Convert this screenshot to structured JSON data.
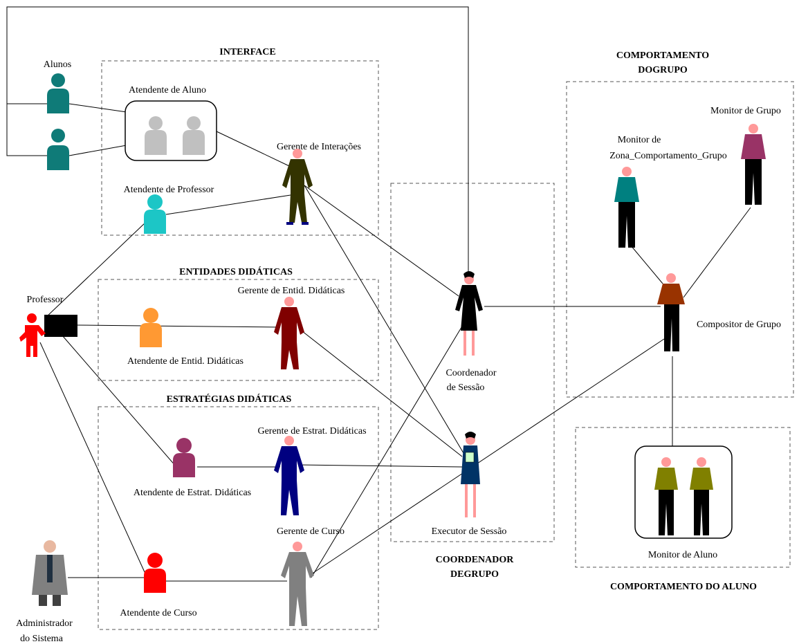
{
  "titles": {
    "interface": "INTERFACE",
    "entidades": "ENTIDADES DIDÁTICAS",
    "estrategias": "ESTRATÉGIAS DIDÁTICAS",
    "comp_grupo_1": "COMPORTAMENTO",
    "comp_grupo_2": "DOGRUPO",
    "coord_1": "COORDENADOR",
    "coord_2": "DEGRUPO",
    "comp_aluno": "COMPORTAMENTO DO ALUNO"
  },
  "labels": {
    "alunos": "Alunos",
    "atendente_aluno": "Atendente de Aluno",
    "gerente_interacoes": "Gerente de Interações",
    "atendente_professor": "Atendente de Professor",
    "professor": "Professor",
    "gerente_entid": "Gerente de Entid. Didáticas",
    "atendente_entid": "Atendente de Entid. Didáticas",
    "gerente_estrat": "Gerente de Estrat. Didáticas",
    "atendente_estrat": "Atendente de Estrat. Didáticas",
    "gerente_curso": "Gerente de Curso",
    "atendente_curso": "Atendente de Curso",
    "administrador_1": "Administrador",
    "administrador_2": "do Sistema",
    "coordenador_1": "Coordenador",
    "coordenador_2": "de Sessão",
    "executor": "Executor de Sessão",
    "monitor_grupo": "Monitor de Grupo",
    "monitor_zona_1": "Monitor de",
    "monitor_zona_2": "Zona_Comportamento_Grupo",
    "compositor": "Compositor de Grupo",
    "monitor_aluno": "Monitor de Aluno"
  },
  "colors": {
    "alunos": "#0f7b78",
    "atendente_aluno": "#c0c0c0",
    "atendente_professor": "#1cc6c6",
    "atendente_entid": "#ff9933",
    "atendente_estrat": "#993366",
    "atendente_curso": "#ff0000",
    "professor": "#ff0000",
    "gerente_interacoes": "#333300",
    "gerente_entid": "#800000",
    "gerente_estrat": "#000080",
    "gerente_curso": "#808080",
    "coordenador": "#000000",
    "executor": "#003366",
    "monitor_zona": "#008080",
    "monitor_grupo": "#993366",
    "compositor": "#993300",
    "monitor_aluno": "#808000",
    "skin": "#ff9999"
  }
}
